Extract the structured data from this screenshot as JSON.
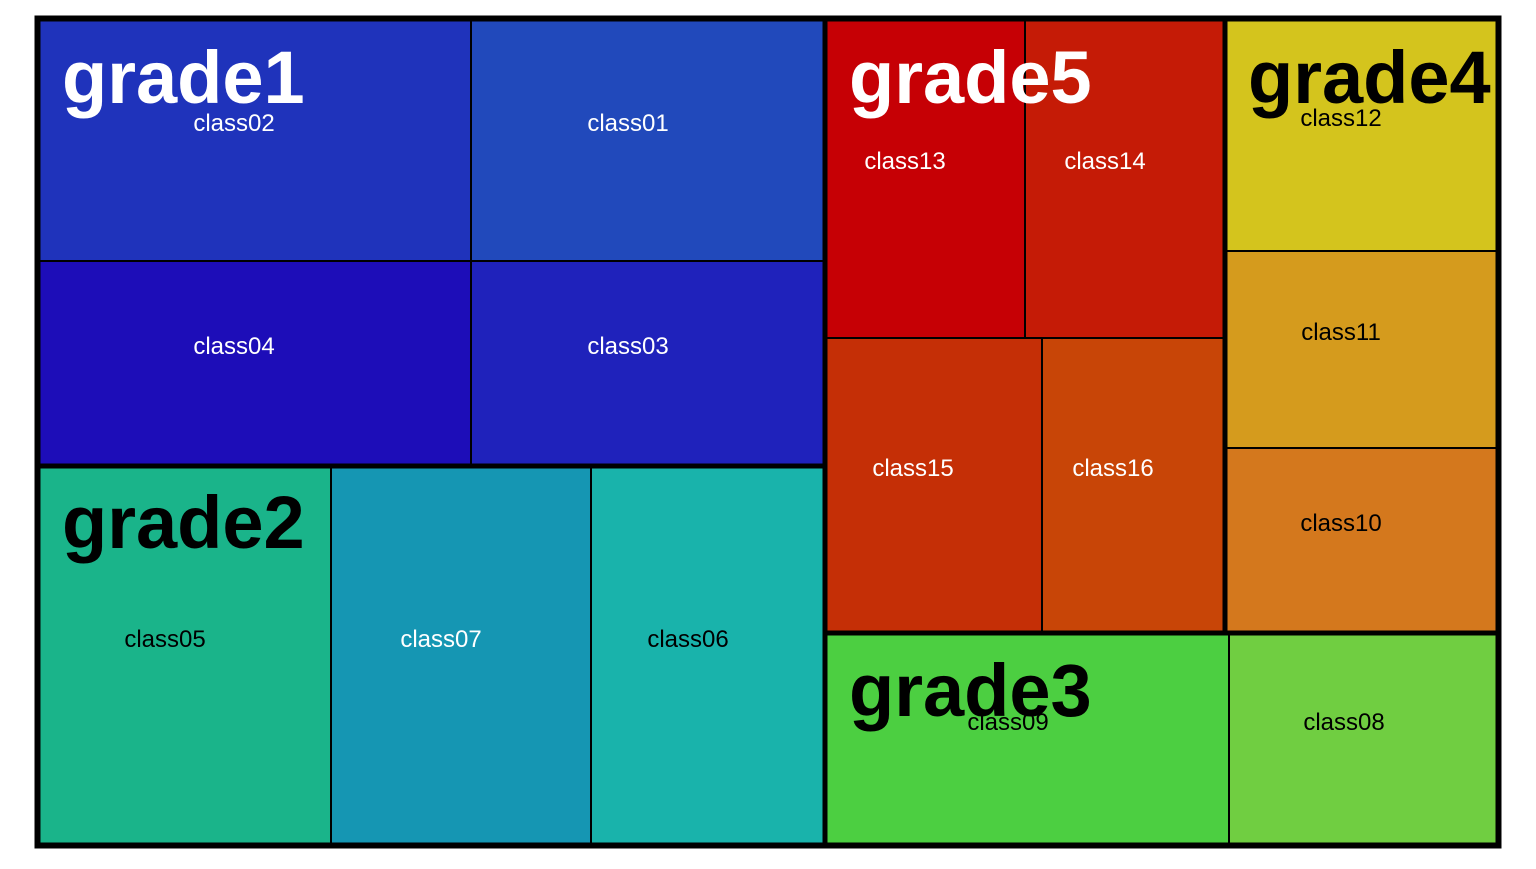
{
  "chart_data": {
    "type": "treemap",
    "groups": [
      {
        "name": "grade1",
        "label_color": "#ffffff",
        "children": [
          {
            "name": "class02",
            "fill": "#1f33bb",
            "text_color": "#ffffff"
          },
          {
            "name": "class01",
            "fill": "#2149bb",
            "text_color": "#ffffff"
          },
          {
            "name": "class04",
            "fill": "#1d0db8",
            "text_color": "#ffffff"
          },
          {
            "name": "class03",
            "fill": "#1f22bb",
            "text_color": "#ffffff"
          }
        ]
      },
      {
        "name": "grade2",
        "label_color": "#000000",
        "children": [
          {
            "name": "class05",
            "fill": "#1ab48a",
            "text_color": "#000000"
          },
          {
            "name": "class07",
            "fill": "#1596b3",
            "text_color": "#ffffff"
          },
          {
            "name": "class06",
            "fill": "#19b3ab",
            "text_color": "#000000"
          }
        ]
      },
      {
        "name": "grade5",
        "label_color": "#ffffff",
        "children": [
          {
            "name": "class13",
            "fill": "#c60005",
            "text_color": "#ffffff"
          },
          {
            "name": "class14",
            "fill": "#c51b06",
            "text_color": "#ffffff"
          },
          {
            "name": "class15",
            "fill": "#c52f06",
            "text_color": "#ffffff"
          },
          {
            "name": "class16",
            "fill": "#c84507",
            "text_color": "#ffffff"
          }
        ]
      },
      {
        "name": "grade4",
        "label_color": "#000000",
        "children": [
          {
            "name": "class12",
            "fill": "#d4c41d",
            "text_color": "#000000"
          },
          {
            "name": "class11",
            "fill": "#d59b1d",
            "text_color": "#000000"
          },
          {
            "name": "class10",
            "fill": "#d4781d",
            "text_color": "#000000"
          }
        ]
      },
      {
        "name": "grade3",
        "label_color": "#000000",
        "children": [
          {
            "name": "class09",
            "fill": "#4ccf41",
            "text_color": "#000000"
          },
          {
            "name": "class08",
            "fill": "#70ce41",
            "text_color": "#000000"
          }
        ]
      }
    ]
  }
}
